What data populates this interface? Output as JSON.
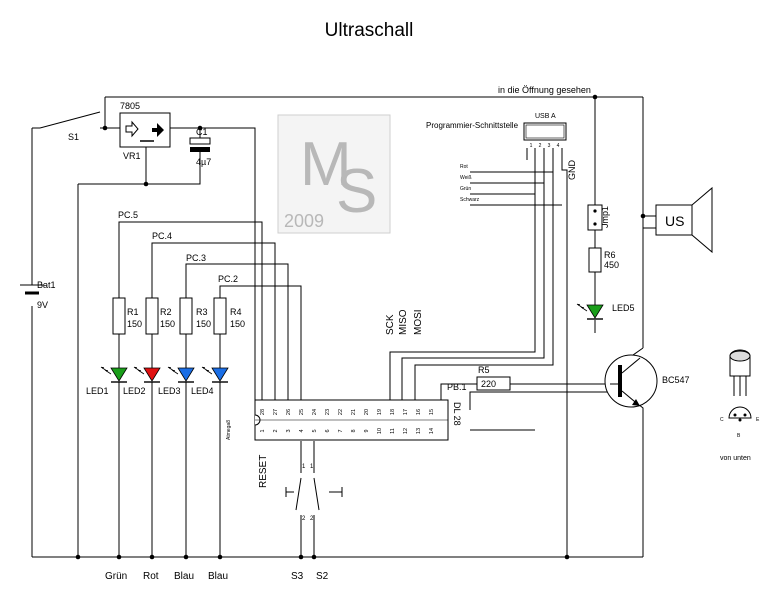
{
  "title": "Ultraschall",
  "logo": {
    "letters": "MS",
    "year": "2009"
  },
  "top_note": "in die Öffnung gesehen",
  "power": {
    "switch": "S1",
    "battery": "Bat1",
    "battery_value": "9V"
  },
  "regulator": {
    "part": "7805",
    "ref": "VR1"
  },
  "capacitor": {
    "ref": "C1",
    "value": "4µ7"
  },
  "ports": [
    "PC.5",
    "PC.4",
    "PC.3",
    "PC.2"
  ],
  "resistors": [
    {
      "ref": "R1",
      "value": "150"
    },
    {
      "ref": "R2",
      "value": "150"
    },
    {
      "ref": "R3",
      "value": "150"
    },
    {
      "ref": "R4",
      "value": "150"
    },
    {
      "ref": "R5",
      "value": "220"
    },
    {
      "ref": "R6",
      "value": "450"
    }
  ],
  "leds": [
    {
      "ref": "LED1",
      "color": "#1a9e1a"
    },
    {
      "ref": "LED2",
      "color": "#e01010"
    },
    {
      "ref": "LED3",
      "color": "#1a6ee6"
    },
    {
      "ref": "LED4",
      "color": "#1a6ee6"
    },
    {
      "ref": "LED5",
      "color": "#1a9e1a"
    }
  ],
  "bottom_labels": [
    "Grün",
    "Rot",
    "Blau",
    "Blau"
  ],
  "switches": [
    "S3",
    "S2"
  ],
  "programmer": {
    "title": "Programmier-Schnittstelle",
    "connector": "USB A",
    "pins": [
      "1",
      "2",
      "3",
      "4"
    ],
    "wires": [
      "Rot",
      "Weiß",
      "Grün",
      "Schwarz"
    ],
    "gnd": "GND"
  },
  "isp_labels": [
    "SCK",
    "MISO",
    "MOSI"
  ],
  "mcu": {
    "name": "DL 28",
    "top_pins": [
      "28",
      "27",
      "26",
      "25",
      "24",
      "23",
      "22",
      "21",
      "20",
      "19",
      "18",
      "17",
      "16",
      "15"
    ],
    "bottom_pins": [
      "1",
      "2",
      "3",
      "4",
      "5",
      "6",
      "7",
      "8",
      "9",
      "10",
      "11",
      "12",
      "13",
      "14"
    ],
    "side_label": "Atmega8",
    "pin_label": "PB.1"
  },
  "reset": "RESET",
  "jumper": "Jmp1",
  "speaker": "US",
  "transistor": {
    "part": "BC547",
    "pins": [
      "C",
      "B",
      "E"
    ],
    "note": "von unten"
  },
  "switch_pins": [
    "1",
    "1",
    "2",
    "2"
  ]
}
